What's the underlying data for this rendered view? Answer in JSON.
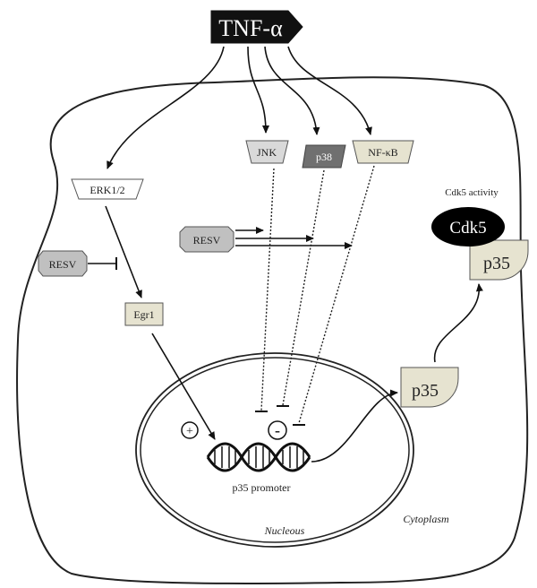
{
  "ligand": {
    "label": "TNF-α"
  },
  "kinases": {
    "erk": "ERK1/2",
    "jnk": "JNK",
    "p38": "p38",
    "nfkb": "NF-κB"
  },
  "inhibitor": {
    "resv_left": "RESV",
    "resv_center": "RESV"
  },
  "transcription_factor": "Egr1",
  "nucleus": {
    "label": "Nucleous",
    "promoter_label": "p35 promoter",
    "plus_symbol": "+",
    "minus_symbol": "-"
  },
  "cytoplasm": {
    "label": "Cytoplasm"
  },
  "products": {
    "p35_free": "p35",
    "p35_bound": "p35",
    "cdk5": "Cdk5",
    "cdk5_activity": "Cdk5 activity"
  },
  "colors": {
    "ligand_fill": "#111111",
    "resv_fill": "#c0c0c0",
    "jnk_fill": "#d9d9d9",
    "p38_fill": "#707070",
    "nfkb_fill": "#e6e3d0",
    "egr1_fill": "#e6e3d0",
    "p35_fill": "#e6e3d0",
    "cdk5_fill": "#000000"
  }
}
